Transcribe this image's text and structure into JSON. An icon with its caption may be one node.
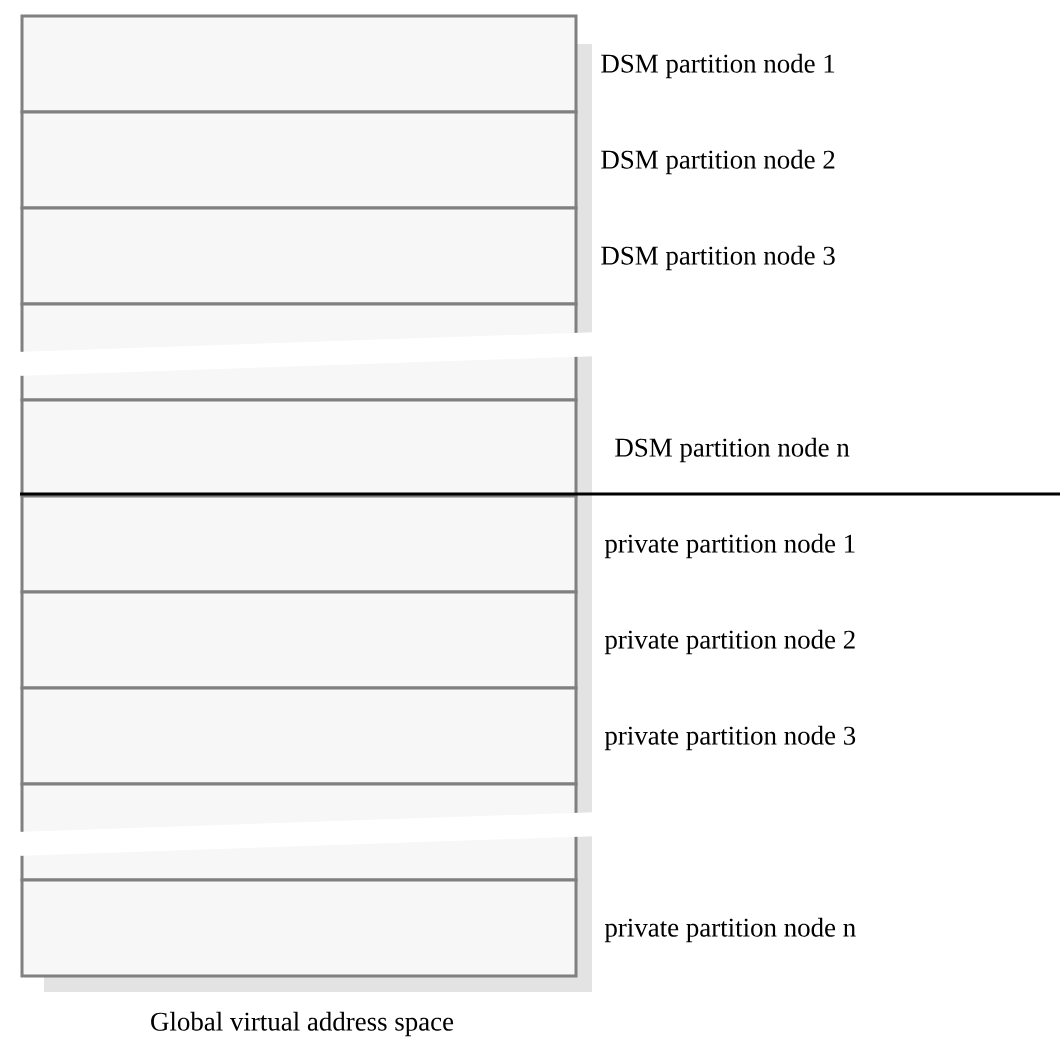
{
  "diagram": {
    "caption": "Global virtual address space",
    "nodes": [
      {
        "text": [],
        "shape": "box",
        "beside": [
          "DSM partition node 1"
        ]
      },
      {
        "text": [],
        "shape": "box",
        "beside": [
          "DSM partition node 2"
        ]
      },
      {
        "text": [],
        "shape": "box",
        "beside": [
          "DSM partition node 3"
        ]
      },
      {
        "text": [],
        "shape": "box"
      },
      {
        "text": [],
        "shape": "box",
        "beside": [
          "DSM partition node n"
        ]
      },
      {
        "text": [],
        "shape": "box",
        "beside": [
          "private partition node 1"
        ]
      },
      {
        "text": [],
        "shape": "box",
        "beside": [
          "private partition node 2"
        ]
      },
      {
        "text": [],
        "shape": "box",
        "beside": [
          "private partition node 3"
        ]
      },
      {
        "text": [],
        "shape": "box"
      },
      {
        "text": [],
        "shape": "box",
        "beside": [
          "private partition node n"
        ]
      }
    ]
  }
}
